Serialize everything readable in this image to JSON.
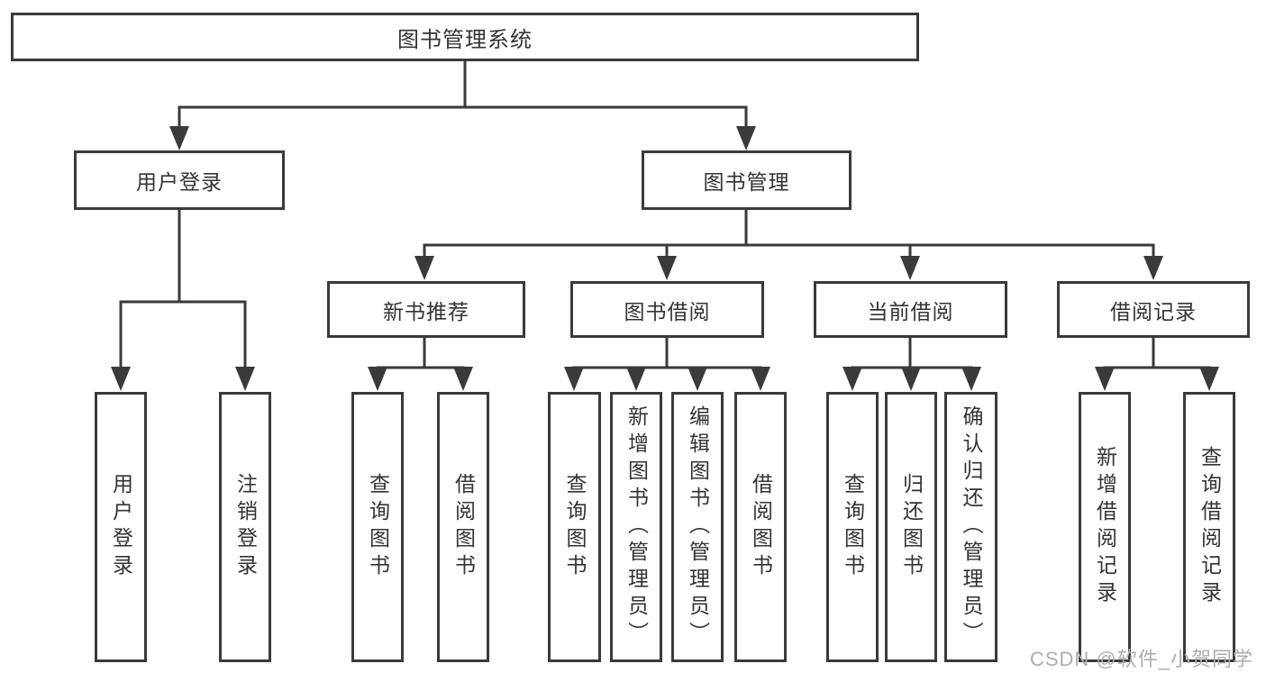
{
  "colors": {
    "line": "#3a3a3a",
    "text": "#333333",
    "watermark": "#adadad",
    "background": "#ffffff"
  },
  "tree": {
    "root": "图书管理系统",
    "children": [
      {
        "label": "用户登录",
        "children": [
          "用户登录",
          "注销登录"
        ]
      },
      {
        "label": "图书管理",
        "children": [
          {
            "label": "新书推荐",
            "children": [
              "查询图书",
              "借阅图书"
            ]
          },
          {
            "label": "图书借阅",
            "children": [
              "查询图书",
              "新增图书（管理员）",
              "编辑图书（管理员）",
              "借阅图书"
            ]
          },
          {
            "label": "当前借阅",
            "children": [
              "查询图书",
              "归还图书",
              "确认归还（管理员）"
            ]
          },
          {
            "label": "借阅记录",
            "children": [
              "新增借阅记录",
              "查询借阅记录"
            ]
          }
        ]
      }
    ]
  },
  "watermark": "CSDN @软件_小贺同学"
}
